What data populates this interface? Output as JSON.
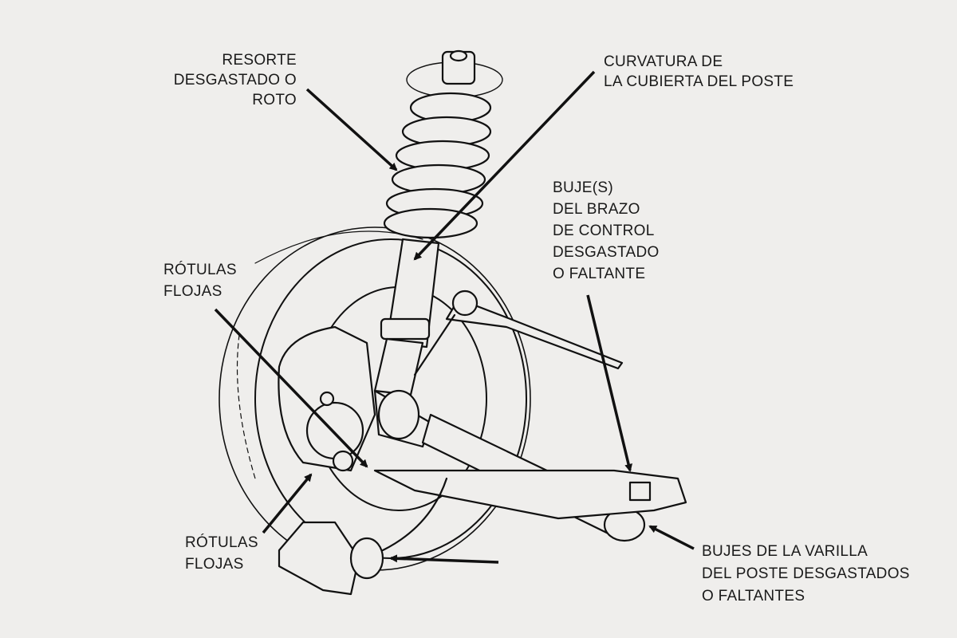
{
  "labels": {
    "spring": [
      "RESORTE",
      "DESGASTADO O",
      "ROTO"
    ],
    "strut_cover": [
      "CURVATURA DE",
      "LA CUBIERTA DEL POSTE"
    ],
    "control_arm_bushings": [
      "BUJE(S)",
      "DEL BRAZO",
      "DE CONTROL",
      "DESGASTADO",
      "O FALTANTE"
    ],
    "ball_joints_upper": [
      "RÓTULAS",
      "FLOJAS"
    ],
    "ball_joints_lower": [
      "RÓTULAS",
      "FLOJAS"
    ],
    "strut_rod_bushings": [
      "BUJES DE LA VARILLA",
      "DEL POSTE DESGASTADOS",
      "O FALTANTES"
    ]
  },
  "colors": {
    "background": "#efeeec",
    "ink": "#1a1a1a"
  }
}
